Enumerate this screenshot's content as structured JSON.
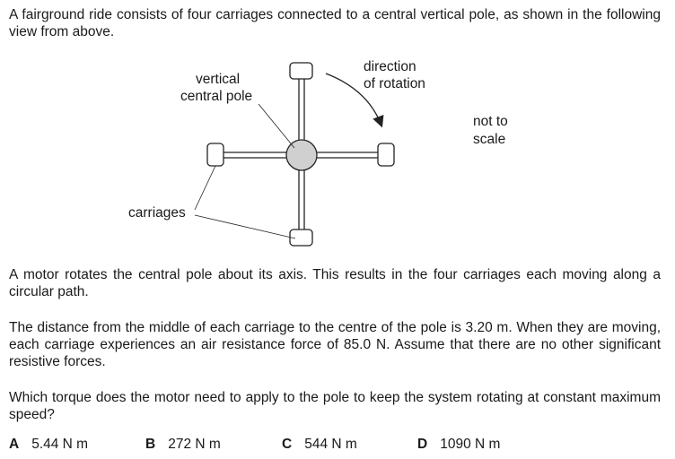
{
  "intro": "A fairground ride consists of four carriages connected to a central vertical pole, as shown in the following view from above.",
  "diagram": {
    "pole_label_1": "vertical",
    "pole_label_2": "central pole",
    "rotation_label_1": "direction",
    "rotation_label_2": "of rotation",
    "scale_label_1": "not to",
    "scale_label_2": "scale",
    "carriages_label": "carriages"
  },
  "para1": "A motor rotates the central pole about its axis. This results in the four carriages each moving along a circular path.",
  "para2": "The distance from the middle of each carriage to the centre of the pole is 3.20 m. When they are moving, each carriage experiences an air resistance force of 85.0 N. Assume that there are no other significant resistive forces.",
  "question": "Which torque does the motor need to apply to the pole to keep the system rotating at constant maximum speed?",
  "options": [
    {
      "letter": "A",
      "text": "5.44 N m"
    },
    {
      "letter": "B",
      "text": "272 N m"
    },
    {
      "letter": "C",
      "text": "544 N m"
    },
    {
      "letter": "D",
      "text": "1090 N m"
    }
  ]
}
